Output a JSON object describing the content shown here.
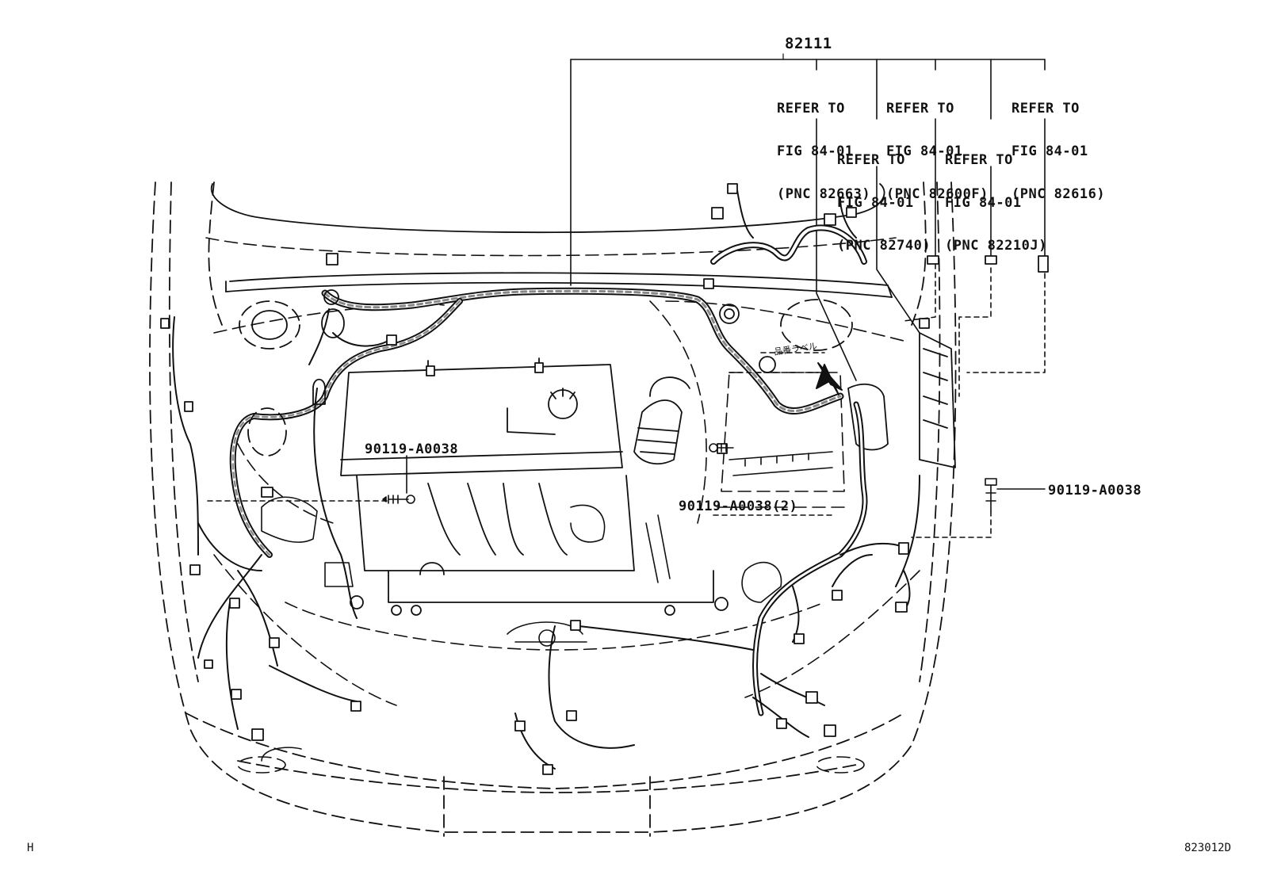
{
  "part_number_main": "82111",
  "references": [
    {
      "line1": "REFER TO",
      "line2": "FIG 84-01",
      "line3": "(PNC 82663)"
    },
    {
      "line1": "REFER TO",
      "line2": "FIG 84-01",
      "line3": "(PNC 82600F)"
    },
    {
      "line1": "REFER TO",
      "line2": "FIG 84-01",
      "line3": "(PNC 82616)"
    },
    {
      "line1": "REFER TO",
      "line2": "FIG 84-01",
      "line3": "(PNC 82740)"
    },
    {
      "line1": "REFER TO",
      "line2": "FIG 84-01",
      "line3": "(PNC 82210J)"
    }
  ],
  "bolts": [
    {
      "label": "90119-A0038"
    },
    {
      "label": "90119-A0038(2)"
    },
    {
      "label": "90119-A0038"
    }
  ],
  "japanese_label": "品番ラベル",
  "corner_left": "H",
  "figure_code": "823012D"
}
